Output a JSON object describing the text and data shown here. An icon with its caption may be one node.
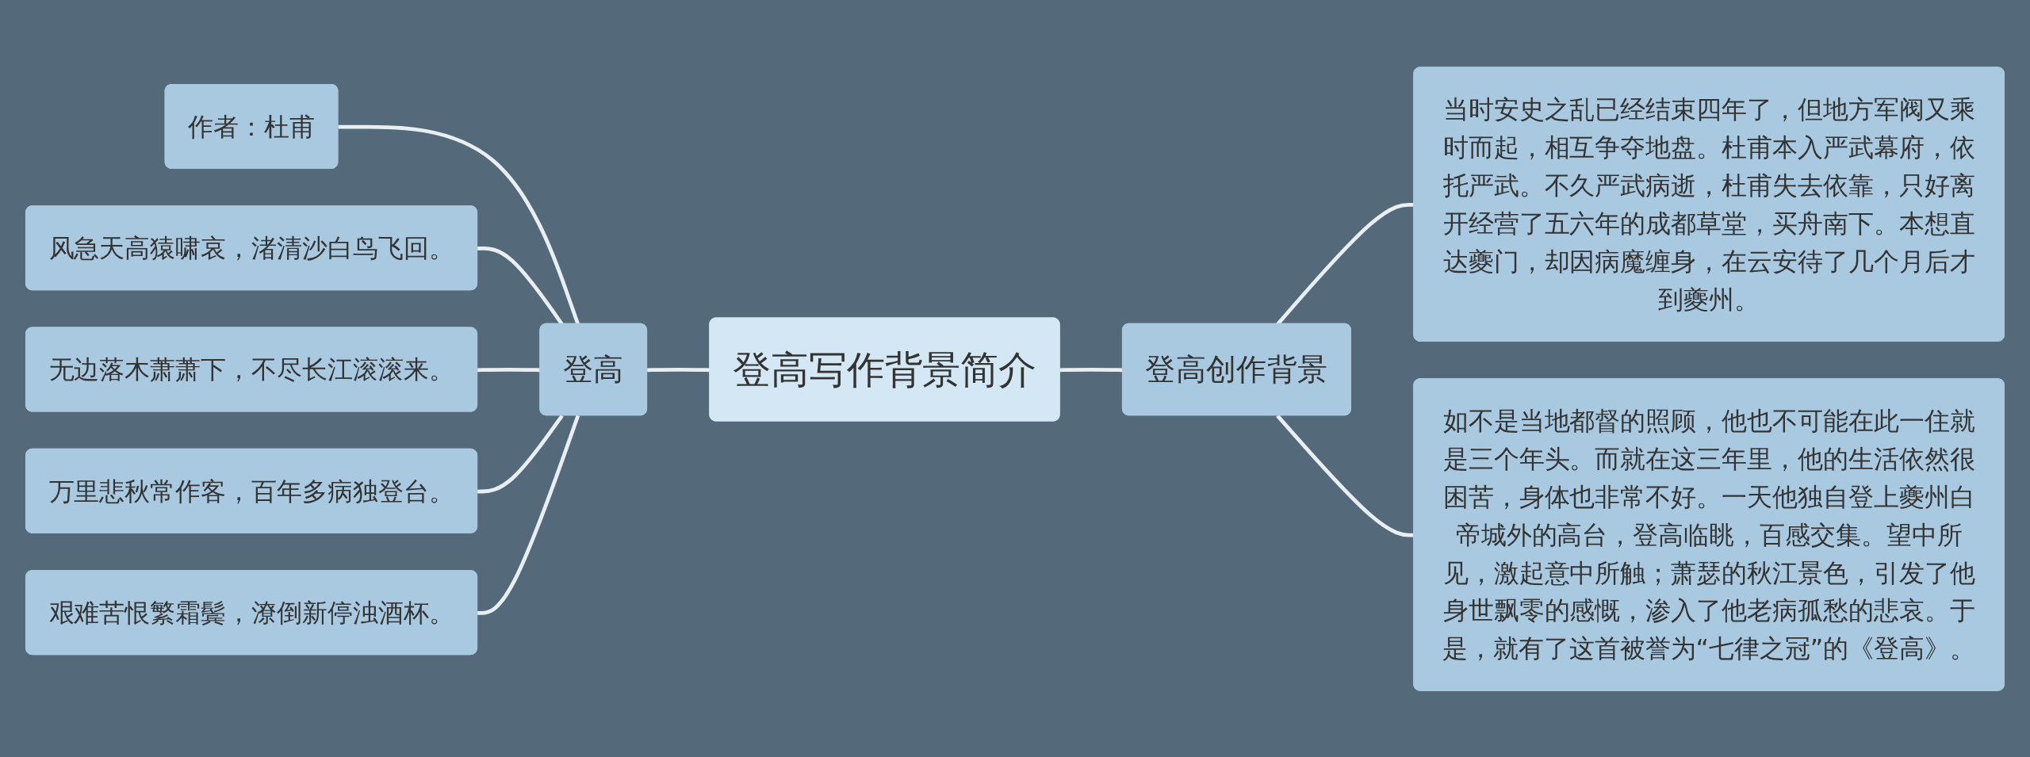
{
  "diagram": {
    "nodes": [
      {
        "text": [
          "登高写作背景简介"
        ]
      },
      {
        "text": [
          "登高"
        ]
      },
      {
        "text": [
          "作者：杜甫"
        ]
      },
      {
        "text": [
          "风急天高猿啸哀，渚清沙白鸟飞回。"
        ]
      },
      {
        "text": [
          "无边落木萧萧下，不尽长江滚滚来。"
        ]
      },
      {
        "text": [
          "万里悲秋常作客，百年多病独登台。"
        ]
      },
      {
        "text": [
          "艰难苦恨繁霜鬓，潦倒新停浊酒杯。"
        ]
      },
      {
        "text": [
          "登高创作背景"
        ]
      },
      {
        "text": [
          "当时安史之乱已经结束四年了，但地方军阀又乘时而起，相互争夺地盘。杜甫本入严武幕府，依托严武。不久严武病逝，杜甫失去依靠，只好离开经营了五六年的成都草堂，买舟南下。本想直达夔门，却因病魔缠身，在云安待了几个月后才到夔州。"
        ]
      },
      {
        "text": [
          "如不是当地都督的照顾，他也不可能在此一住就是三个年头。而就在这三年里，他的生活依然很困苦，身体也非常不好。一天他独自登上夔州白帝城外的高台，登高临眺，百感交集。望中所见，激起意中所触；萧瑟的秋江景色，引发了他身世飘零的感慨，渗入了他老病孤愁的悲哀。于是，就有了这首被誉为“七律之冠”的《登高》。"
        ]
      }
    ],
    "edges": [
      {
        "from": 0,
        "to": 1,
        "arrow": "none"
      },
      {
        "from": 1,
        "to": 2,
        "arrow": "none"
      },
      {
        "from": 1,
        "to": 3,
        "arrow": "none"
      },
      {
        "from": 1,
        "to": 4,
        "arrow": "none"
      },
      {
        "from": 1,
        "to": 5,
        "arrow": "none"
      },
      {
        "from": 1,
        "to": 6,
        "arrow": "none"
      },
      {
        "from": 0,
        "to": 7,
        "arrow": "none"
      },
      {
        "from": 7,
        "to": 8,
        "arrow": "none"
      },
      {
        "from": 7,
        "to": 9,
        "arrow": "none"
      }
    ]
  }
}
